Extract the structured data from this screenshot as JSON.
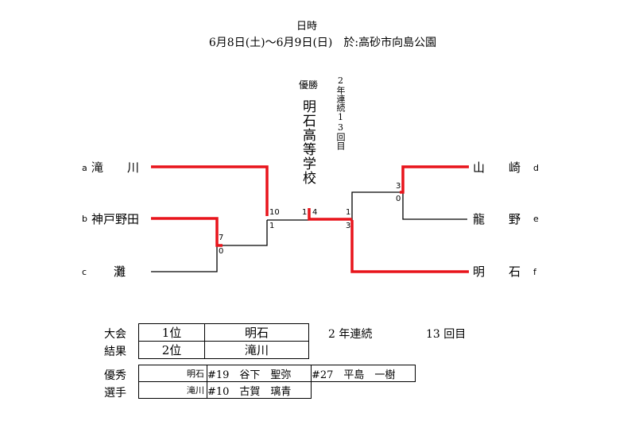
{
  "header": {
    "title": "日時",
    "date_venue": "6月8日(土)〜6月9日(日)　於:高砂市向島公園"
  },
  "champion": {
    "label": "優勝",
    "name": "明石高等学校",
    "streak_note": "2年連続13回目"
  },
  "teams": {
    "a": {
      "letter": "a",
      "name": "滝　　川"
    },
    "b": {
      "letter": "b",
      "name": "神戸野田"
    },
    "c": {
      "letter": "c",
      "name": "灘"
    },
    "d": {
      "letter": "d",
      "name": "山　　崎"
    },
    "e": {
      "letter": "e",
      "name": "龍　　野"
    },
    "f": {
      "letter": "f",
      "name": "明　　石"
    }
  },
  "scores": {
    "bc_top": "7",
    "bc_bottom": "0",
    "de_top": "3",
    "de_bottom": "0",
    "left_semi_top": "10",
    "left_semi_bottom": "1",
    "right_semi_top": "1",
    "right_semi_bottom": "3",
    "final_left": "1",
    "final_right": "4"
  },
  "results": {
    "label_line1": "大会",
    "label_line2": "結果",
    "first_place": "1位",
    "first_team": "明石",
    "second_place": "2位",
    "second_team": "滝川",
    "streak_years": "2 年連続",
    "streak_count": "13 回目"
  },
  "excellent_players": {
    "label_line1": "優秀",
    "label_line2": "選手",
    "akashi_school": "明石",
    "akashi_player1": "#19　谷下　聖弥",
    "akashi_player2": "#27　平島　一樹",
    "takigawa_school": "滝川",
    "takigawa_player1": "#10　古賀　璃青"
  },
  "colors": {
    "winner_line": "#e8141b",
    "loser_line": "#000000"
  }
}
